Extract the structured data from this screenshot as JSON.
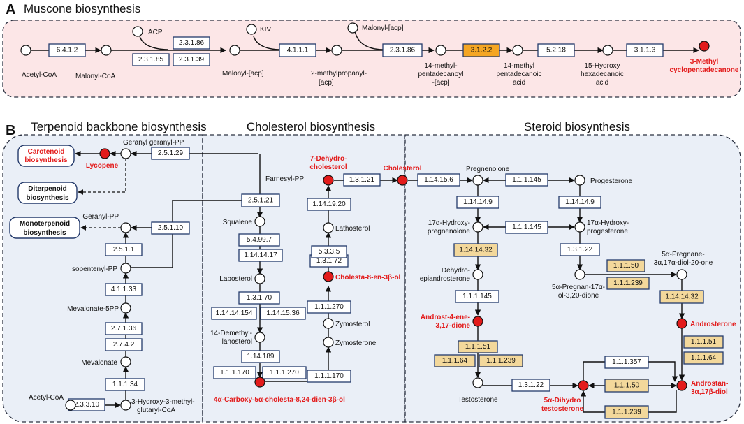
{
  "panels": {
    "a": "A",
    "b": "B"
  },
  "sections": {
    "muscone": "Muscone biosynthesis",
    "terpenoid": "Terpenoid backbone biosynthesis",
    "cholesterol": "Cholesterol biosynthesis",
    "steroid": "Steroid biosynthesis"
  },
  "colors": {
    "highlight_enzyme": "#f5a623",
    "tan_enzyme": "#f3d89b",
    "product_node": "#e31b1b",
    "panel_a_bg": "#fce6e7",
    "panel_b_bg": "#eaeff7"
  },
  "muscone": {
    "enzymes": [
      "6.4.1.2",
      "2.3.1.86",
      "2.3.1.85",
      "2.3.1.39",
      "4.1.1.1",
      "2.3.1.86",
      "3.1.2.2",
      "5.2.18",
      "3.1.1.3"
    ],
    "cofactors": [
      "ACP",
      "KIV",
      "Malonyl-[acp]"
    ],
    "compounds": [
      "Acetyl-CoA",
      "Malonyl-CoA",
      "Malonyl-[acp]",
      "2-methylpropanyl-",
      "[acp]",
      "14-methyl-",
      "pentadecanoyl",
      "-[acp]",
      "14-methyl",
      "pentadecanoic",
      "acid",
      "15-Hydroxy",
      "hexadecanoic",
      "acid",
      "3-Methyl",
      "cyclopentadecanone"
    ]
  },
  "terpenoid": {
    "externals": [
      "Carotenoid",
      "biosynthesis",
      "Diterpenoid",
      "biosynthesis",
      "Monoterpenoid",
      "biosynthesis"
    ],
    "compounds": [
      "Lycopene",
      "Geranyl geranyl-PP",
      "Geranyl-PP",
      "Isopentenyl-PP",
      "Mevalonate-5PP",
      "Mevalonate",
      "Acetyl-CoA",
      "3-Hydroxy-3-methyl-",
      "glutaryl-CoA"
    ],
    "enzymes": [
      "2.5.1.29",
      "2.5.1.10",
      "2.5.1.1",
      "4.1.1.33",
      "2.7.1.36",
      "2.7.4.2",
      "1.1.1.34",
      "2.3.3.10"
    ]
  },
  "cholesterol": {
    "compounds": [
      "Farnesyl-PP",
      "Squalene",
      "Labosterol",
      "14-Demethyl-",
      "lanosterol",
      "4α-Carboxy-5α-cholesta-8,24-dien-3β-ol",
      "Zymosterone",
      "Zymosterol",
      "Cholesta-8-en-3β-ol",
      "Lathosterol",
      "7-Dehydro-",
      "cholesterol",
      "Cholesterol"
    ],
    "enzymes": [
      "2.5.1.21",
      "5.4.99.7",
      "1.14.14.17",
      "1.3.1.70",
      "1.14.14.154",
      "1.14.15.36",
      "1.14.189",
      "1.1.1.170",
      "1.1.1.270",
      "1.1.1.170",
      "1.1.1.270",
      "1.3.1.72",
      "5.3.3.5",
      "1.14.19.20",
      "1.3.1.21"
    ]
  },
  "steroid": {
    "compounds": [
      "Pregnenolone",
      "Progesterone",
      "17α-Hydroxy-",
      "pregnenolone",
      "17α-Hydroxy-",
      "progesterone",
      "Dehydro-",
      "epiandrosterone",
      "Androst-4-ene-",
      "3,17-dione",
      "5α-Pregnane-",
      "3α,17α-diol-20-one",
      "5α-Pregnan-17α-",
      "ol-3,20-dione",
      "Androsterone",
      "Testosterone",
      "5α-Dihydro",
      "testosterone",
      "Androstan-",
      "3α,17β-diol"
    ],
    "enzymes": [
      "1.14.15.6",
      "1.1.1.145",
      "1.14.14.9",
      "1.14.14.9",
      "1.1.1.145",
      "1.14.14.32",
      "1.3.1.22",
      "1.1.1.50",
      "1.1.1.239",
      "1.1.1.145",
      "1.14.14.32",
      "1.1.1.51",
      "1.1.1.64",
      "1.1.1.239",
      "1.1.1.51",
      "1.1.1.64",
      "1.3.1.22",
      "1.1.1.357",
      "1.1.1.50",
      "1.1.1.239"
    ]
  }
}
